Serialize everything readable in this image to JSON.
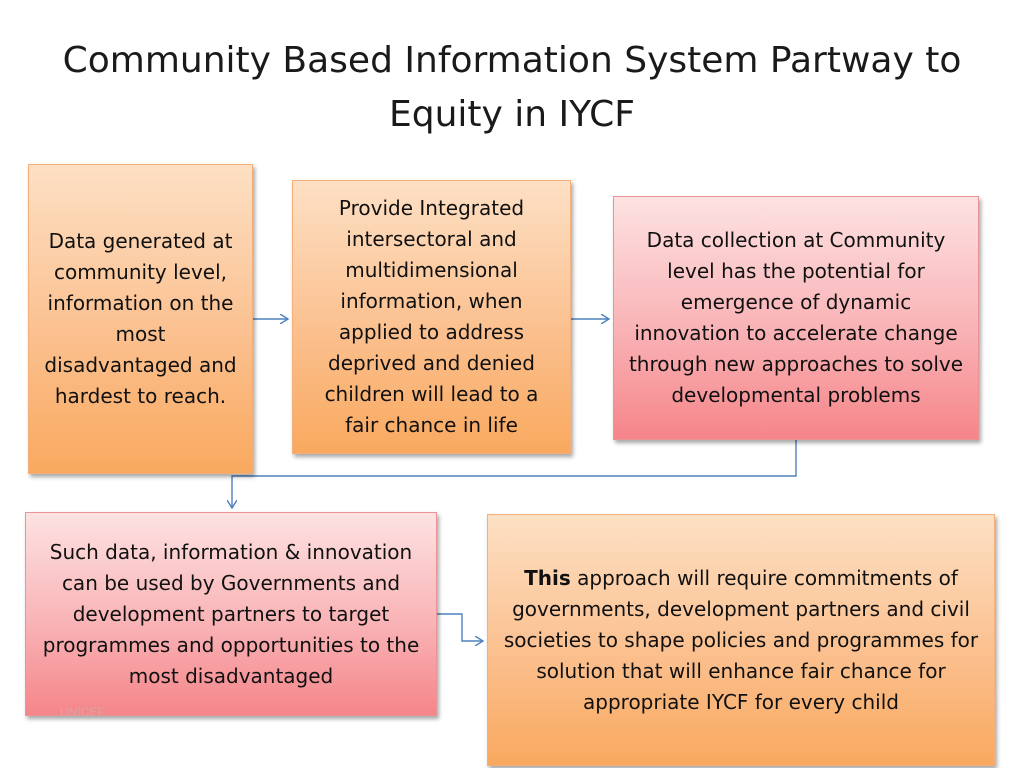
{
  "slide": {
    "title_line1": "Community Based Information System Partway to",
    "title_line2": "Equity in IYCF"
  },
  "boxes": {
    "box1": "Data generated at community level, information on the most disadvantaged and hardest to reach.",
    "box2": "Provide Integrated intersectoral and multidimensional information, when applied to  address deprived and denied children will lead to a fair chance in life",
    "box3": "Data collection at Community level has the potential for emergence of dynamic innovation to accelerate change through new approaches to solve developmental problems",
    "box4": "Such data, information & innovation can be used by Governments and development partners  to target programmes and opportunities to the most disadvantaged",
    "box5_bold": "This",
    "box5_rest": " approach will require commitments of governments, development partners and civil societies to shape policies and programmes for solution that will enhance fair chance for appropriate IYCF for  every child"
  },
  "watermark": "UNICEF",
  "colors": {
    "orange_fill": "#fbc08f",
    "pink_fill": "#f9b3b6",
    "connector": "#4f81bd"
  }
}
